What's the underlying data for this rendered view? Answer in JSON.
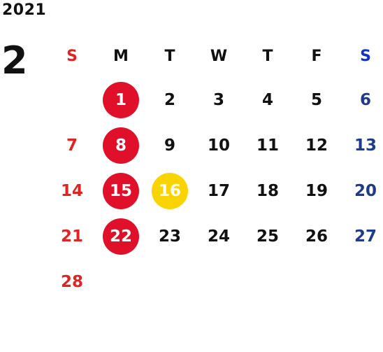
{
  "calendar": {
    "year": "2021",
    "month": "2",
    "weekdays": [
      "S",
      "M",
      "T",
      "W",
      "T",
      "F",
      "S"
    ],
    "weeks": [
      [
        "",
        "1",
        "2",
        "3",
        "4",
        "5",
        "6"
      ],
      [
        "7",
        "8",
        "9",
        "10",
        "11",
        "12",
        "13"
      ],
      [
        "14",
        "15",
        "16",
        "17",
        "18",
        "19",
        "20"
      ],
      [
        "21",
        "22",
        "23",
        "24",
        "25",
        "26",
        "27"
      ],
      [
        "28",
        "",
        "",
        "",
        "",
        "",
        ""
      ]
    ],
    "highlighted_red": [
      "1",
      "8",
      "15",
      "22"
    ],
    "highlighted_yellow": [
      "16"
    ]
  },
  "colors": {
    "sunday": "#e02424",
    "saturday_header": "#1432c8",
    "saturday": "#1e3a8a",
    "circle_red": "#e0102a",
    "circle_yellow": "#fad400"
  }
}
